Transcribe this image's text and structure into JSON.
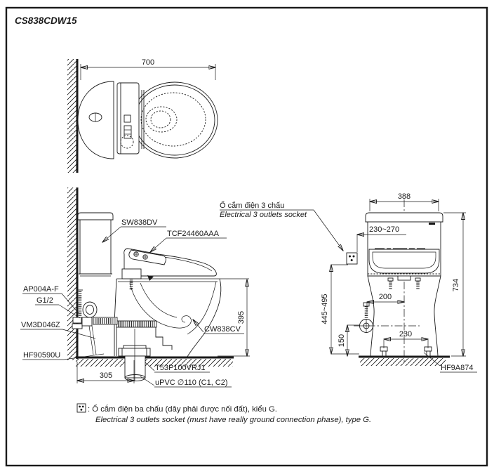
{
  "title": "CS838CDW15",
  "top_view": {
    "width_dim": "700"
  },
  "side_view": {
    "tank_label": "SW838DV",
    "washlet_label": "TCF24460AAA",
    "socket_note_vi": "Ổ cắm điện 3 chấu",
    "socket_note_en": "Electrical 3 outlets socket",
    "supply_valve_label": "AP004A-F",
    "thread_label": "G1/2",
    "pipe_label": "VM3D046Z",
    "flange_label": "HF90590U",
    "bowl_label": "CW838CV",
    "drain_joint_label": "T53P100VRJ1",
    "drain_pipe_label": "uPVC ∅110 (C1, C2)",
    "depth_dim": "305",
    "rim_height_dim": "395"
  },
  "front_view": {
    "width_dim": "388",
    "socket_offset_dim": "230~270",
    "total_height_dim": "734",
    "socket_height_dim": "445~495",
    "valve_offset_dim": "200",
    "valve_height_dim": "150",
    "bolt_spacing_dim": "230",
    "bolt_cap_label": "HF9A874"
  },
  "footnote": {
    "vi": ": Ổ cắm điện ba chấu (dây phải được nối đất), kiểu G.",
    "en": "Electrical 3 outlets socket (must have really ground connection phase), type G."
  },
  "colors": {
    "line": "#1a1a1a",
    "background": "#ffffff"
  }
}
